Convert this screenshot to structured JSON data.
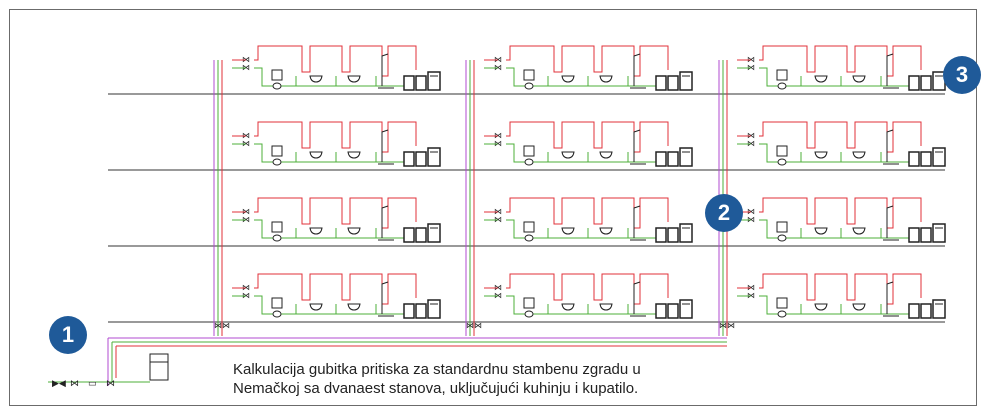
{
  "caption": {
    "line1": "Kalkulacija gubitka pritiska za standardnu stambenu zgradu u",
    "line2": "Nemačkoj sa dvanaest stanova, uključujući kuhinju i kupatilo."
  },
  "badges": [
    {
      "label": "1"
    },
    {
      "label": "2"
    },
    {
      "label": "3"
    }
  ],
  "colors": {
    "accent_badge": "#1f5a99",
    "hot_water_pipe": "#e0303a",
    "cold_water_pipe": "#4caf3a",
    "circulation_pipe": "#b04bd0",
    "floor_line": "#333333"
  },
  "diagram": {
    "floors": 4,
    "apartments_per_floor": 3,
    "fixtures_per_apartment": [
      "wc-icon",
      "washbasin-icon",
      "washbasin-icon",
      "shower-icon",
      "kitchen-sink-icon"
    ]
  }
}
